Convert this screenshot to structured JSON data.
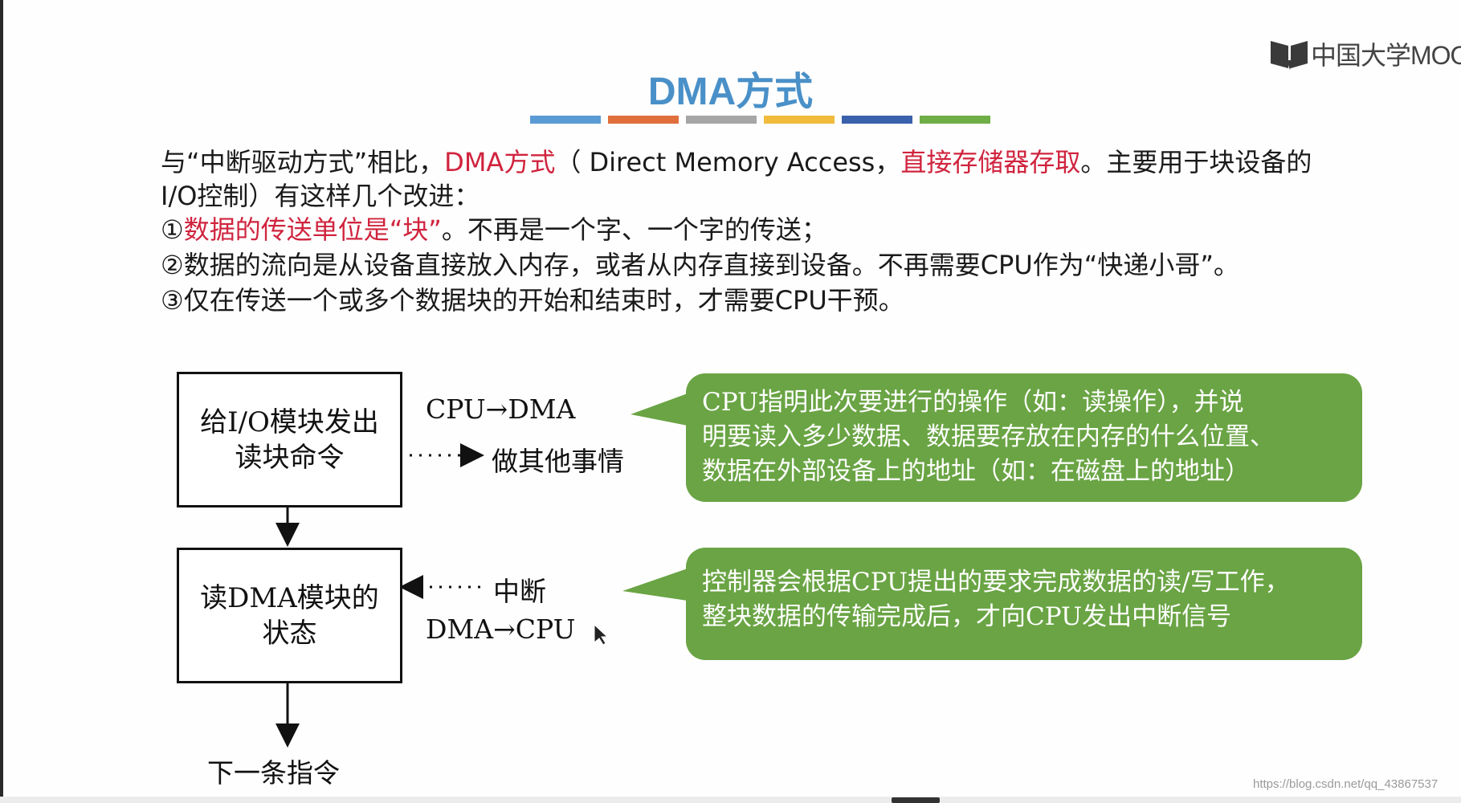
{
  "brand": {
    "logo_text": "中国大学MOOC"
  },
  "slide": {
    "title": "DMA方式",
    "title_bar_colors": [
      "#5b9bd5",
      "#e06f3c",
      "#a6a6a6",
      "#f1bc3c",
      "#3a62ac",
      "#6fae46"
    ]
  },
  "intro": {
    "p1_a": "与“中断驱动方式”相比，",
    "p1_b": "DMA方式",
    "p1_c": "（ Direct Memory Access，",
    "p1_d": "直接存储器存取",
    "p1_e": "。主要用于块设备的",
    "p2": "I/O控制）有这样几个改进：",
    "p3_num": "①",
    "p3_red": "数据的传送单位是“块”",
    "p3_rest": "。不再是一个字、一个字的传送；",
    "p4": "②数据的流向是从设备直接放入内存，或者从内存直接到设备。不再需要CPU作为“快递小哥”。",
    "p5": "③仅在传送一个或多个数据块的开始和结束时，才需要CPU干预。"
  },
  "flow": {
    "box1_line1": "给I/O模块发出",
    "box1_line2": "读块命令",
    "box2_line1": "读DMA模块的",
    "box2_line2": "状态",
    "cpu_dma": "CPU→DMA",
    "other_work": "做其他事情",
    "interrupt": "中断",
    "dma_cpu": "DMA→CPU",
    "next": "下一条指令"
  },
  "notes": {
    "note1_l1": "CPU指明此次要进行的操作（如：读操作），并说",
    "note1_l2": "明要读入多少数据、数据要存放在内存的什么位置、",
    "note1_l3": "数据在外部设备上的地址（如：在磁盘上的地址）",
    "note2_l1": "控制器会根据CPU提出的要求完成数据的读/写工作，",
    "note2_l2": "整块数据的传输完成后，才向CPU发出中断信号"
  },
  "watermark": "https://blog.csdn.net/qq_43867537",
  "colors": {
    "title": "#4a90c8",
    "highlight_red": "#d0243e",
    "bubble_green": "#6aa444"
  }
}
